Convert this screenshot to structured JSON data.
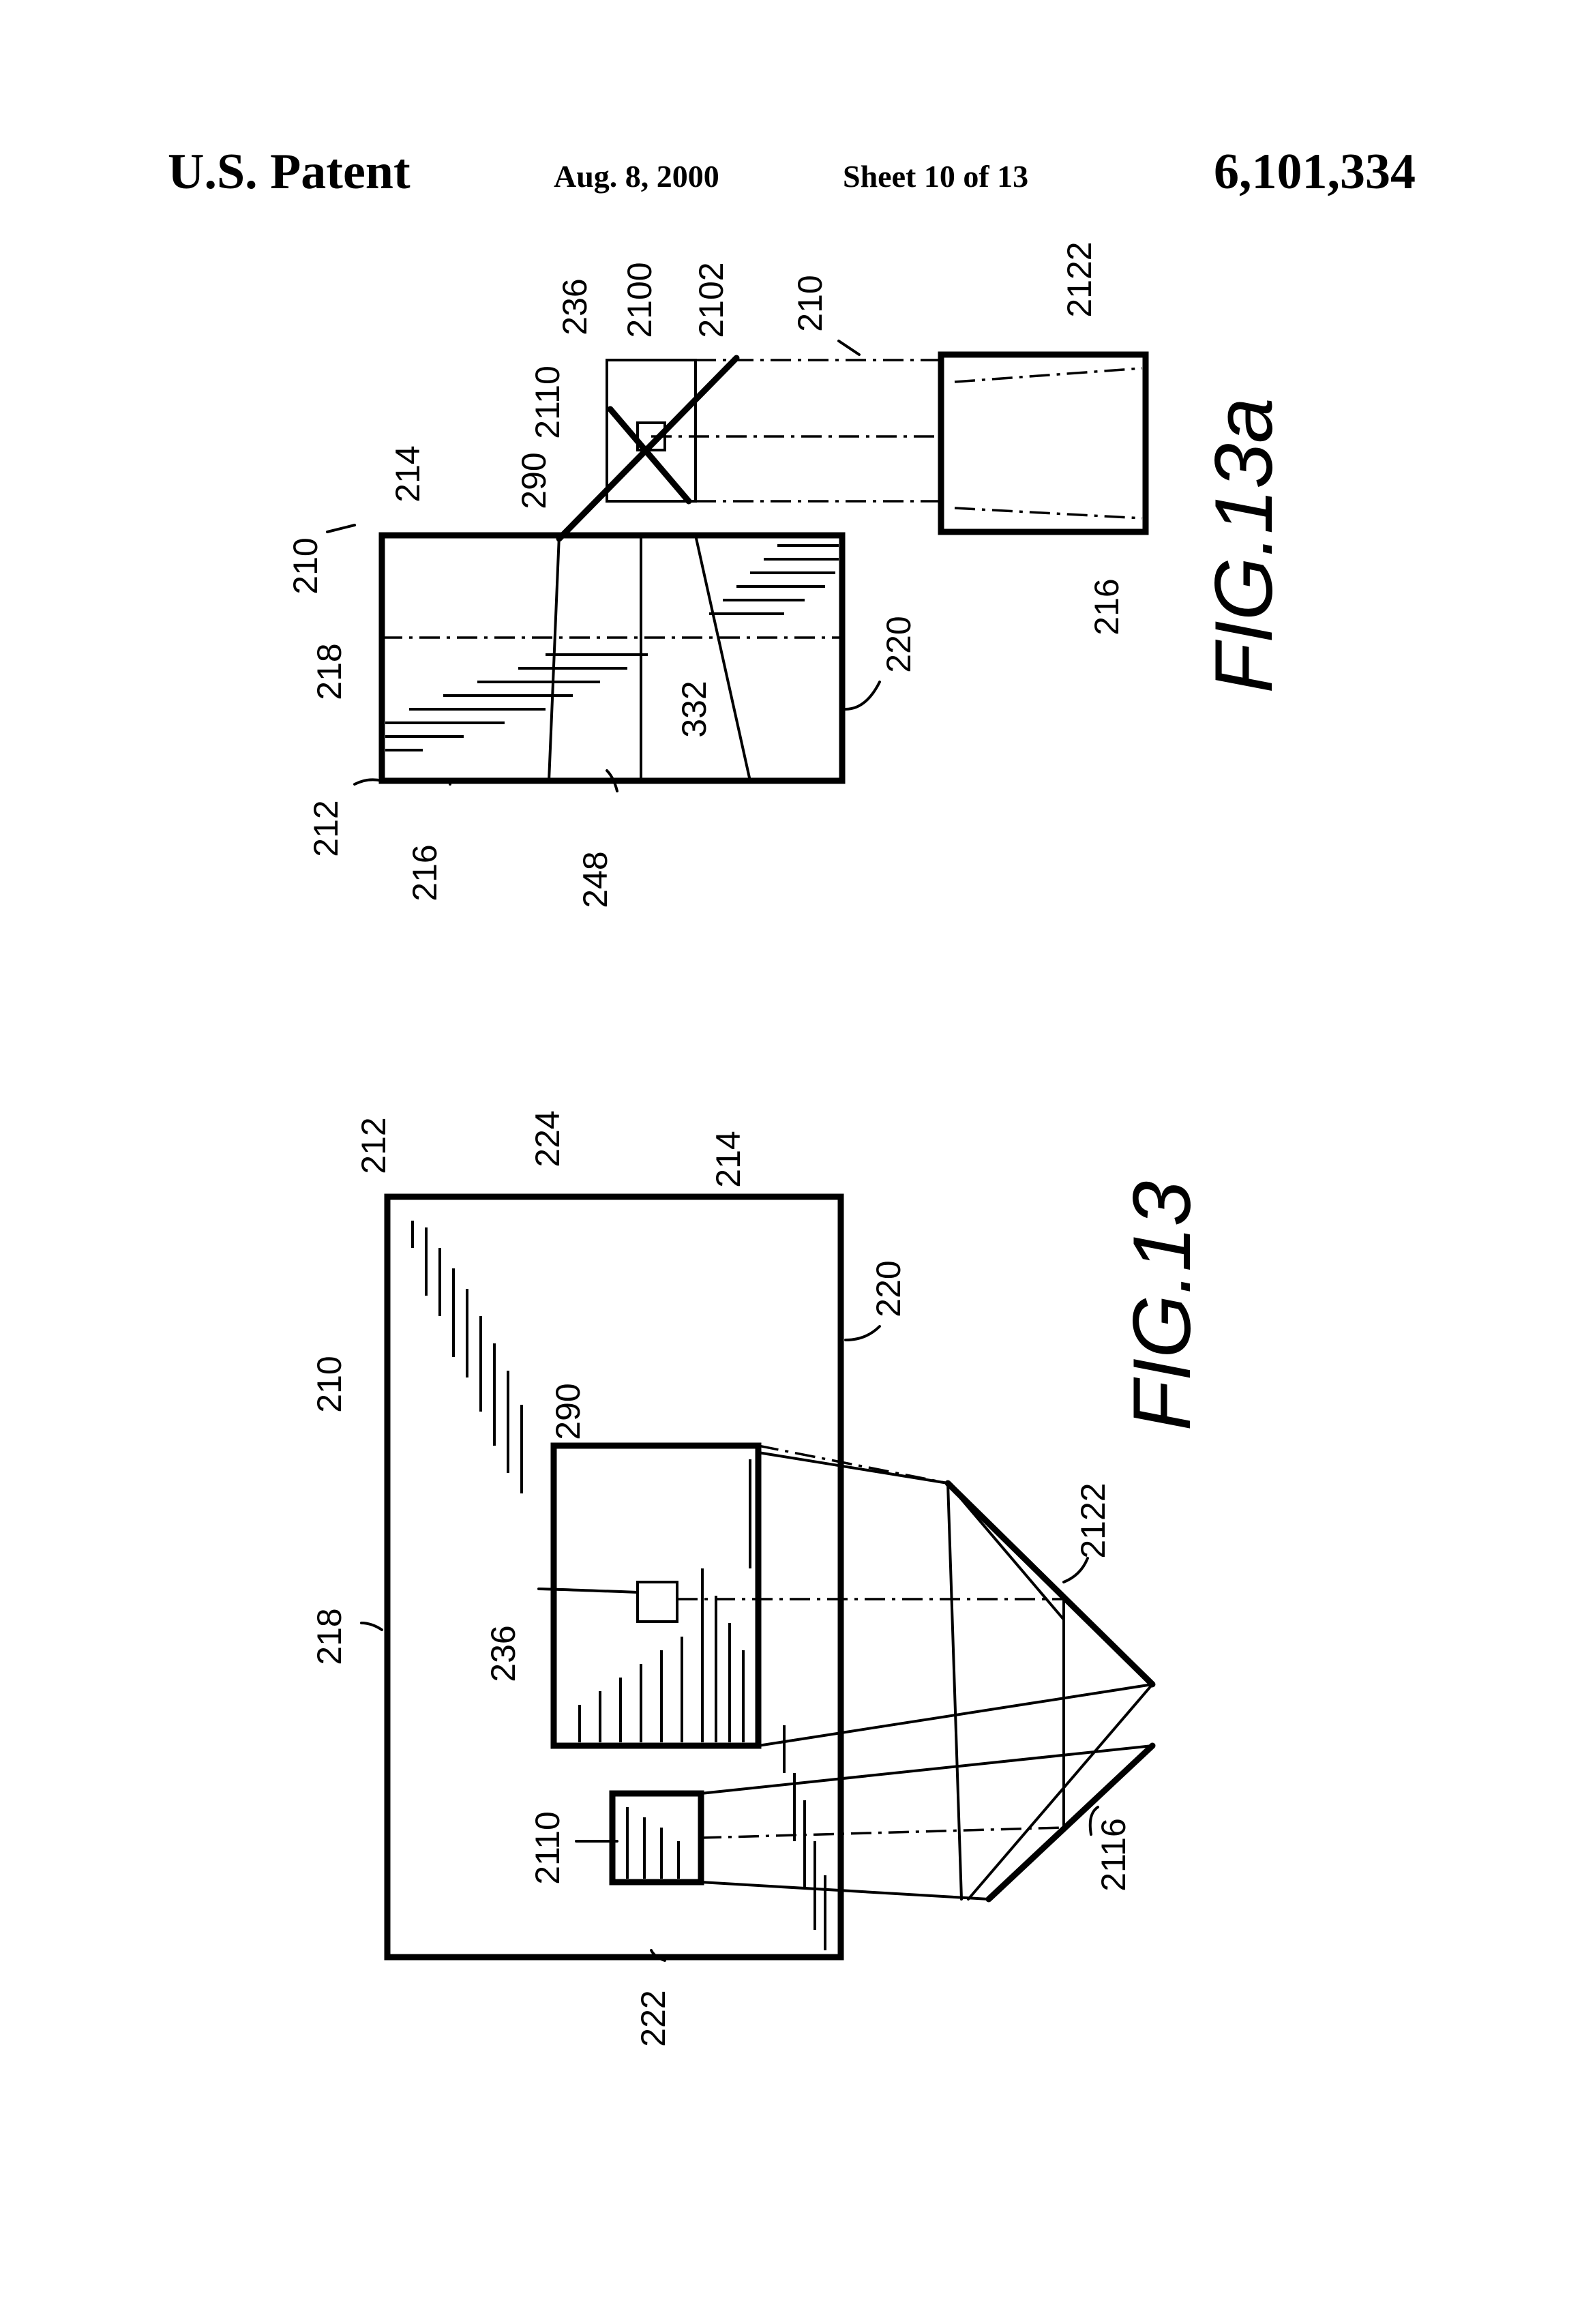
{
  "header": {
    "patent": "U.S. Patent",
    "date": "Aug. 8, 2000",
    "sheet": "Sheet 10 of 13",
    "number": "6,101,334"
  },
  "fig13a": {
    "caption": "FIG.13a",
    "labels": {
      "l2122": "2122",
      "l210b": "210",
      "l2102": "2102",
      "l2100": "2100",
      "l236": "236",
      "l2110": "2110",
      "l290": "290",
      "l214": "214",
      "l210a": "210",
      "l218": "218",
      "l212": "212",
      "l216a": "216",
      "l248": "248",
      "l332": "332",
      "l220": "220",
      "l216b": "216"
    }
  },
  "fig13": {
    "caption": "FIG.13",
    "labels": {
      "l212": "212",
      "l224": "224",
      "l214": "214",
      "l220": "220",
      "l210": "210",
      "l290": "290",
      "l2122": "2122",
      "l218": "218",
      "l236": "236",
      "l2110": "2110",
      "l2116": "2116",
      "l222": "222"
    }
  }
}
